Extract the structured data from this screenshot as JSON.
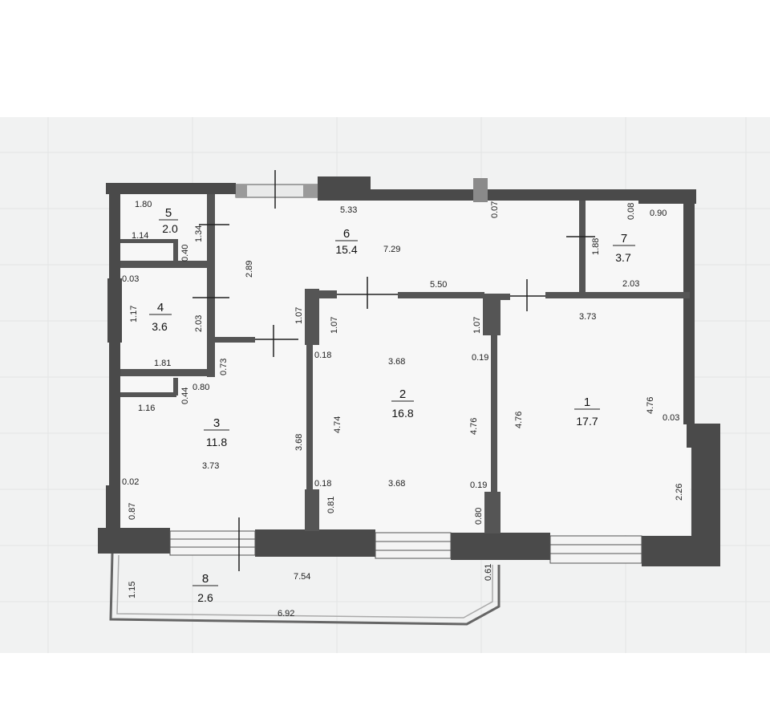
{
  "rooms": [
    {
      "num": "1",
      "area": "17.7"
    },
    {
      "num": "2",
      "area": "16.8"
    },
    {
      "num": "3",
      "area": "11.8"
    },
    {
      "num": "4",
      "area": "3.6"
    },
    {
      "num": "5",
      "area": "2.0"
    },
    {
      "num": "6",
      "area": "15.4"
    },
    {
      "num": "7",
      "area": "3.7"
    },
    {
      "num": "8",
      "area": "2.6"
    }
  ],
  "dimensions": {
    "r5_width": "1.80",
    "r5_depth": "1.34",
    "r5_shelf": "1.14",
    "r5_shelf_d": "0.40",
    "top_wall": "5.33",
    "r6_len": "7.29",
    "r6_depth": "2.89",
    "pier_top": "0.07",
    "r7_offset": "0.08",
    "r7_width": "0.90",
    "r7_depth": "1.88",
    "r7_bottom": "2.03",
    "hall_door": "5.50",
    "r4_gap": "0.03",
    "r4_height": "1.17",
    "r4_depth": "2.03",
    "r4_width": "1.81",
    "door_h": "1.07",
    "r2_pier_left": "1.07",
    "r2_pier_right": "1.07",
    "r1_width": "3.73",
    "r1_depth_l": "4.76",
    "r1_depth_r": "4.76",
    "r1_gap": "0.03",
    "r1_wall": "2.26",
    "wall_018_top": "0.18",
    "r2_width_top": "3.68",
    "wall_019_top": "0.19",
    "r2_depth_l": "4.74",
    "r2_depth_r": "4.76",
    "r3_depth": "3.68",
    "wall_018_bot": "0.18",
    "r2_width_bot": "3.68",
    "wall_019_bot": "0.19",
    "pier_081": "0.81",
    "pier_080": "0.80",
    "r3_corr": "0.73",
    "r3_shelf": "0.80",
    "r3_shelf_d": "0.44",
    "r3_shelf_w": "1.16",
    "r3_width": "3.73",
    "r3_gap": "0.02",
    "r3_pier": "0.87",
    "balc_depth": "1.15",
    "balc_len": "7.54",
    "balc_side": "0.61",
    "balc_bottom": "6.92"
  }
}
